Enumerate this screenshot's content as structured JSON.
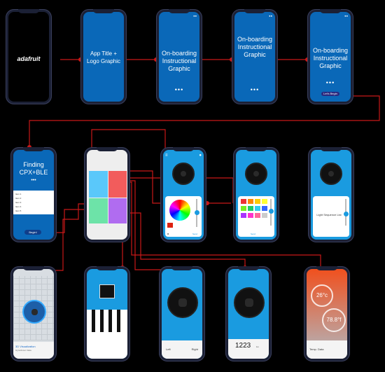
{
  "screens": {
    "splash": {
      "logo_text": "adafruit"
    },
    "title": {
      "title": "App Title + Logo Graphic"
    },
    "onboard1": {
      "title": "On-boarding Instructional Graphic",
      "dots": "•••"
    },
    "onboard2": {
      "title": "On-boarding Instructional Graphic",
      "dots": "•••"
    },
    "onboard3": {
      "title": "On-boarding Instructional Graphic",
      "dots": "•••",
      "button": "Let's Begin"
    },
    "finding": {
      "title": "Finding CPX+BLE",
      "dots": "•••",
      "list": [
        "Item 1",
        "Item 2",
        "Item 3",
        "Item 4",
        "Item 5"
      ],
      "button": "Begin!"
    },
    "color_picker": {
      "label": "Send"
    },
    "color_grid": {
      "label": "Send"
    },
    "light_seq": {
      "label": "Light Sequence List"
    },
    "visualization": {
      "title": "3D Visualization",
      "subtitle": "Gyro/Accel. Data"
    },
    "buttons": {
      "left": "Left",
      "right": "Right"
    },
    "sensor": {
      "value": "1223",
      "unit": "lux"
    },
    "temp": {
      "celsius": "26°c",
      "fahrenheit": "78.8°f",
      "label": "Temp. Data"
    }
  },
  "colors": {
    "background": "#000000",
    "phone": "#1b2035",
    "screen_blue": "#0a68b8",
    "connector": "#cc1111"
  }
}
